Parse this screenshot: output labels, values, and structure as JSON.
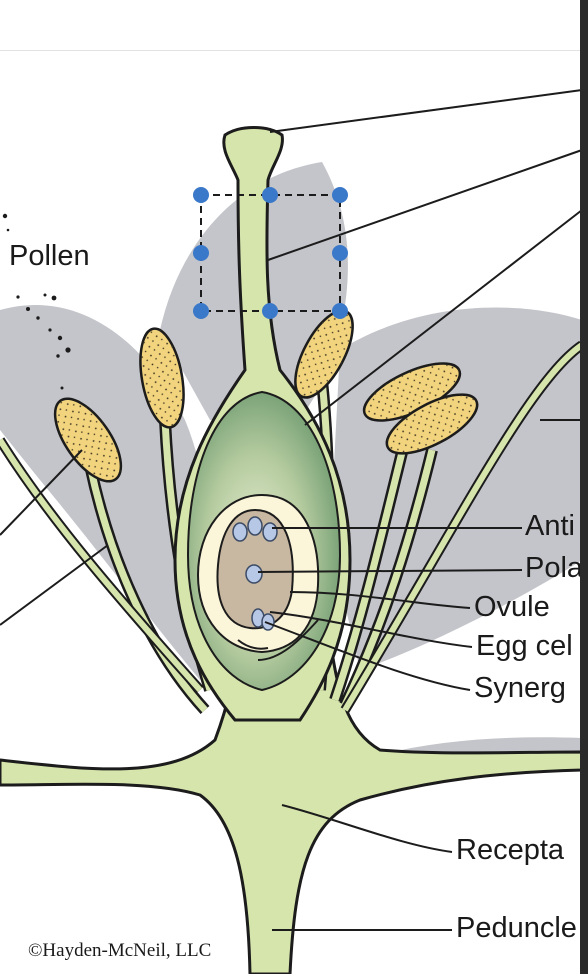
{
  "diagram": {
    "labels": {
      "pollen": "Pollen",
      "antipodal": "Anti",
      "polar": "Pola",
      "ovule": "Ovule",
      "egg_cell": "Egg cel",
      "synergid": "Synerg",
      "receptacle": "Recepta",
      "peduncle": "Peduncle"
    },
    "copyright": "©Hayden-McNeil, LLC"
  },
  "colors": {
    "petal": "#c4c5ca",
    "stem": "#d6e5ac",
    "ovary_dark": "#7ea37a",
    "ovary_light": "#e8eed2",
    "anther": "#f2d47e",
    "ovule_outer": "#fbf6da",
    "embryo_sac": "#c9b8a1",
    "cell": "#b7c8e6",
    "handle": "#3a78c9",
    "outline": "#1c1c1c"
  }
}
